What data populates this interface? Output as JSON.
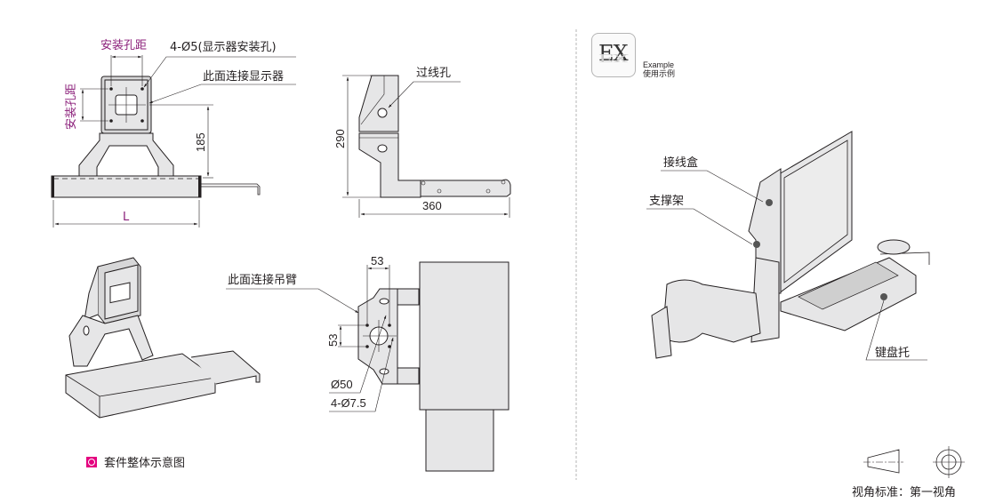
{
  "front_view": {
    "mount_spacing_top": "安装孔距",
    "mount_spacing_side": "安装孔距",
    "hole_callout": "4-Ø5(显示器安装孔)",
    "monitor_face_callout": "此面连接显示器",
    "height_dim": "185",
    "length_dim": "L"
  },
  "side_view": {
    "cable_hole_callout": "过线孔",
    "height_dim": "290",
    "depth_dim": "360"
  },
  "rear_view": {
    "arm_face_callout": "此面连接吊臂",
    "hole_spacing_h": "53",
    "hole_spacing_v": "53",
    "center_hole": "Ø50",
    "mount_holes": "4-Ø7.5"
  },
  "legend": {
    "icon": "circle-in-square-icon",
    "label": "套件整体示意图",
    "color": "#e4007f"
  },
  "example": {
    "badge": "EX",
    "title_en": "Example",
    "title_cn": "使用示例",
    "callouts": [
      "接线盒",
      "支撑架",
      "键盘托"
    ]
  },
  "view_standard": {
    "label": "视角标准：第一视角"
  },
  "colors": {
    "accent_magenta": "#e4007f",
    "dimension_label_purple": "#8b1f7a",
    "part_fill": "#e6e6e7",
    "divider": "#b5b5b5"
  }
}
